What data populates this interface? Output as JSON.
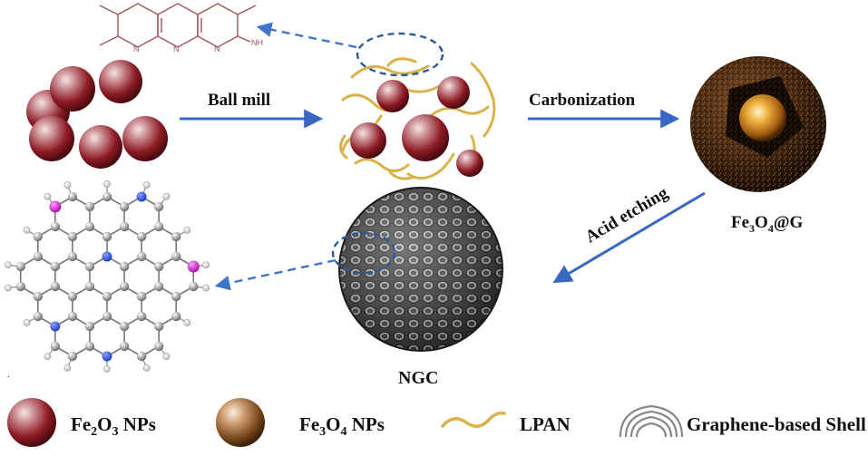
{
  "steps": {
    "ball_mill": "Ball mill",
    "carbonization": "Carbonization",
    "acid_etching": "Acid etching"
  },
  "products": {
    "core_shell": {
      "main": "Fe",
      "sub1": "3",
      "mid": "O",
      "sub2": "4",
      "tail": "@G"
    },
    "ngc": "NGC"
  },
  "molecule_labels": {
    "nh": "NH"
  },
  "legend": {
    "fe2o3": {
      "main": "Fe",
      "sub1": "2",
      "mid": "O",
      "sub2": "3",
      "tail": " NPs"
    },
    "fe3o4": {
      "main": "Fe",
      "sub1": "3",
      "mid": "O",
      "sub2": "4",
      "tail": " NPs"
    },
    "lpan": "LPAN",
    "shell": "Graphene-based Shell"
  },
  "colors": {
    "fe2o3_sphere": "#8e1b24",
    "fe3o4_sphere": "#7a4a1e",
    "lpan_fiber": "#d9b24a",
    "arrow": "#3a66c4",
    "dashed": "#3f76c8",
    "carbon_atom": "#a8a8a8",
    "nitrogen_atom": "#1f3fbf",
    "oxygen_atom": "#d61ed6",
    "hydrogen_atom": "#f2f2f2"
  }
}
